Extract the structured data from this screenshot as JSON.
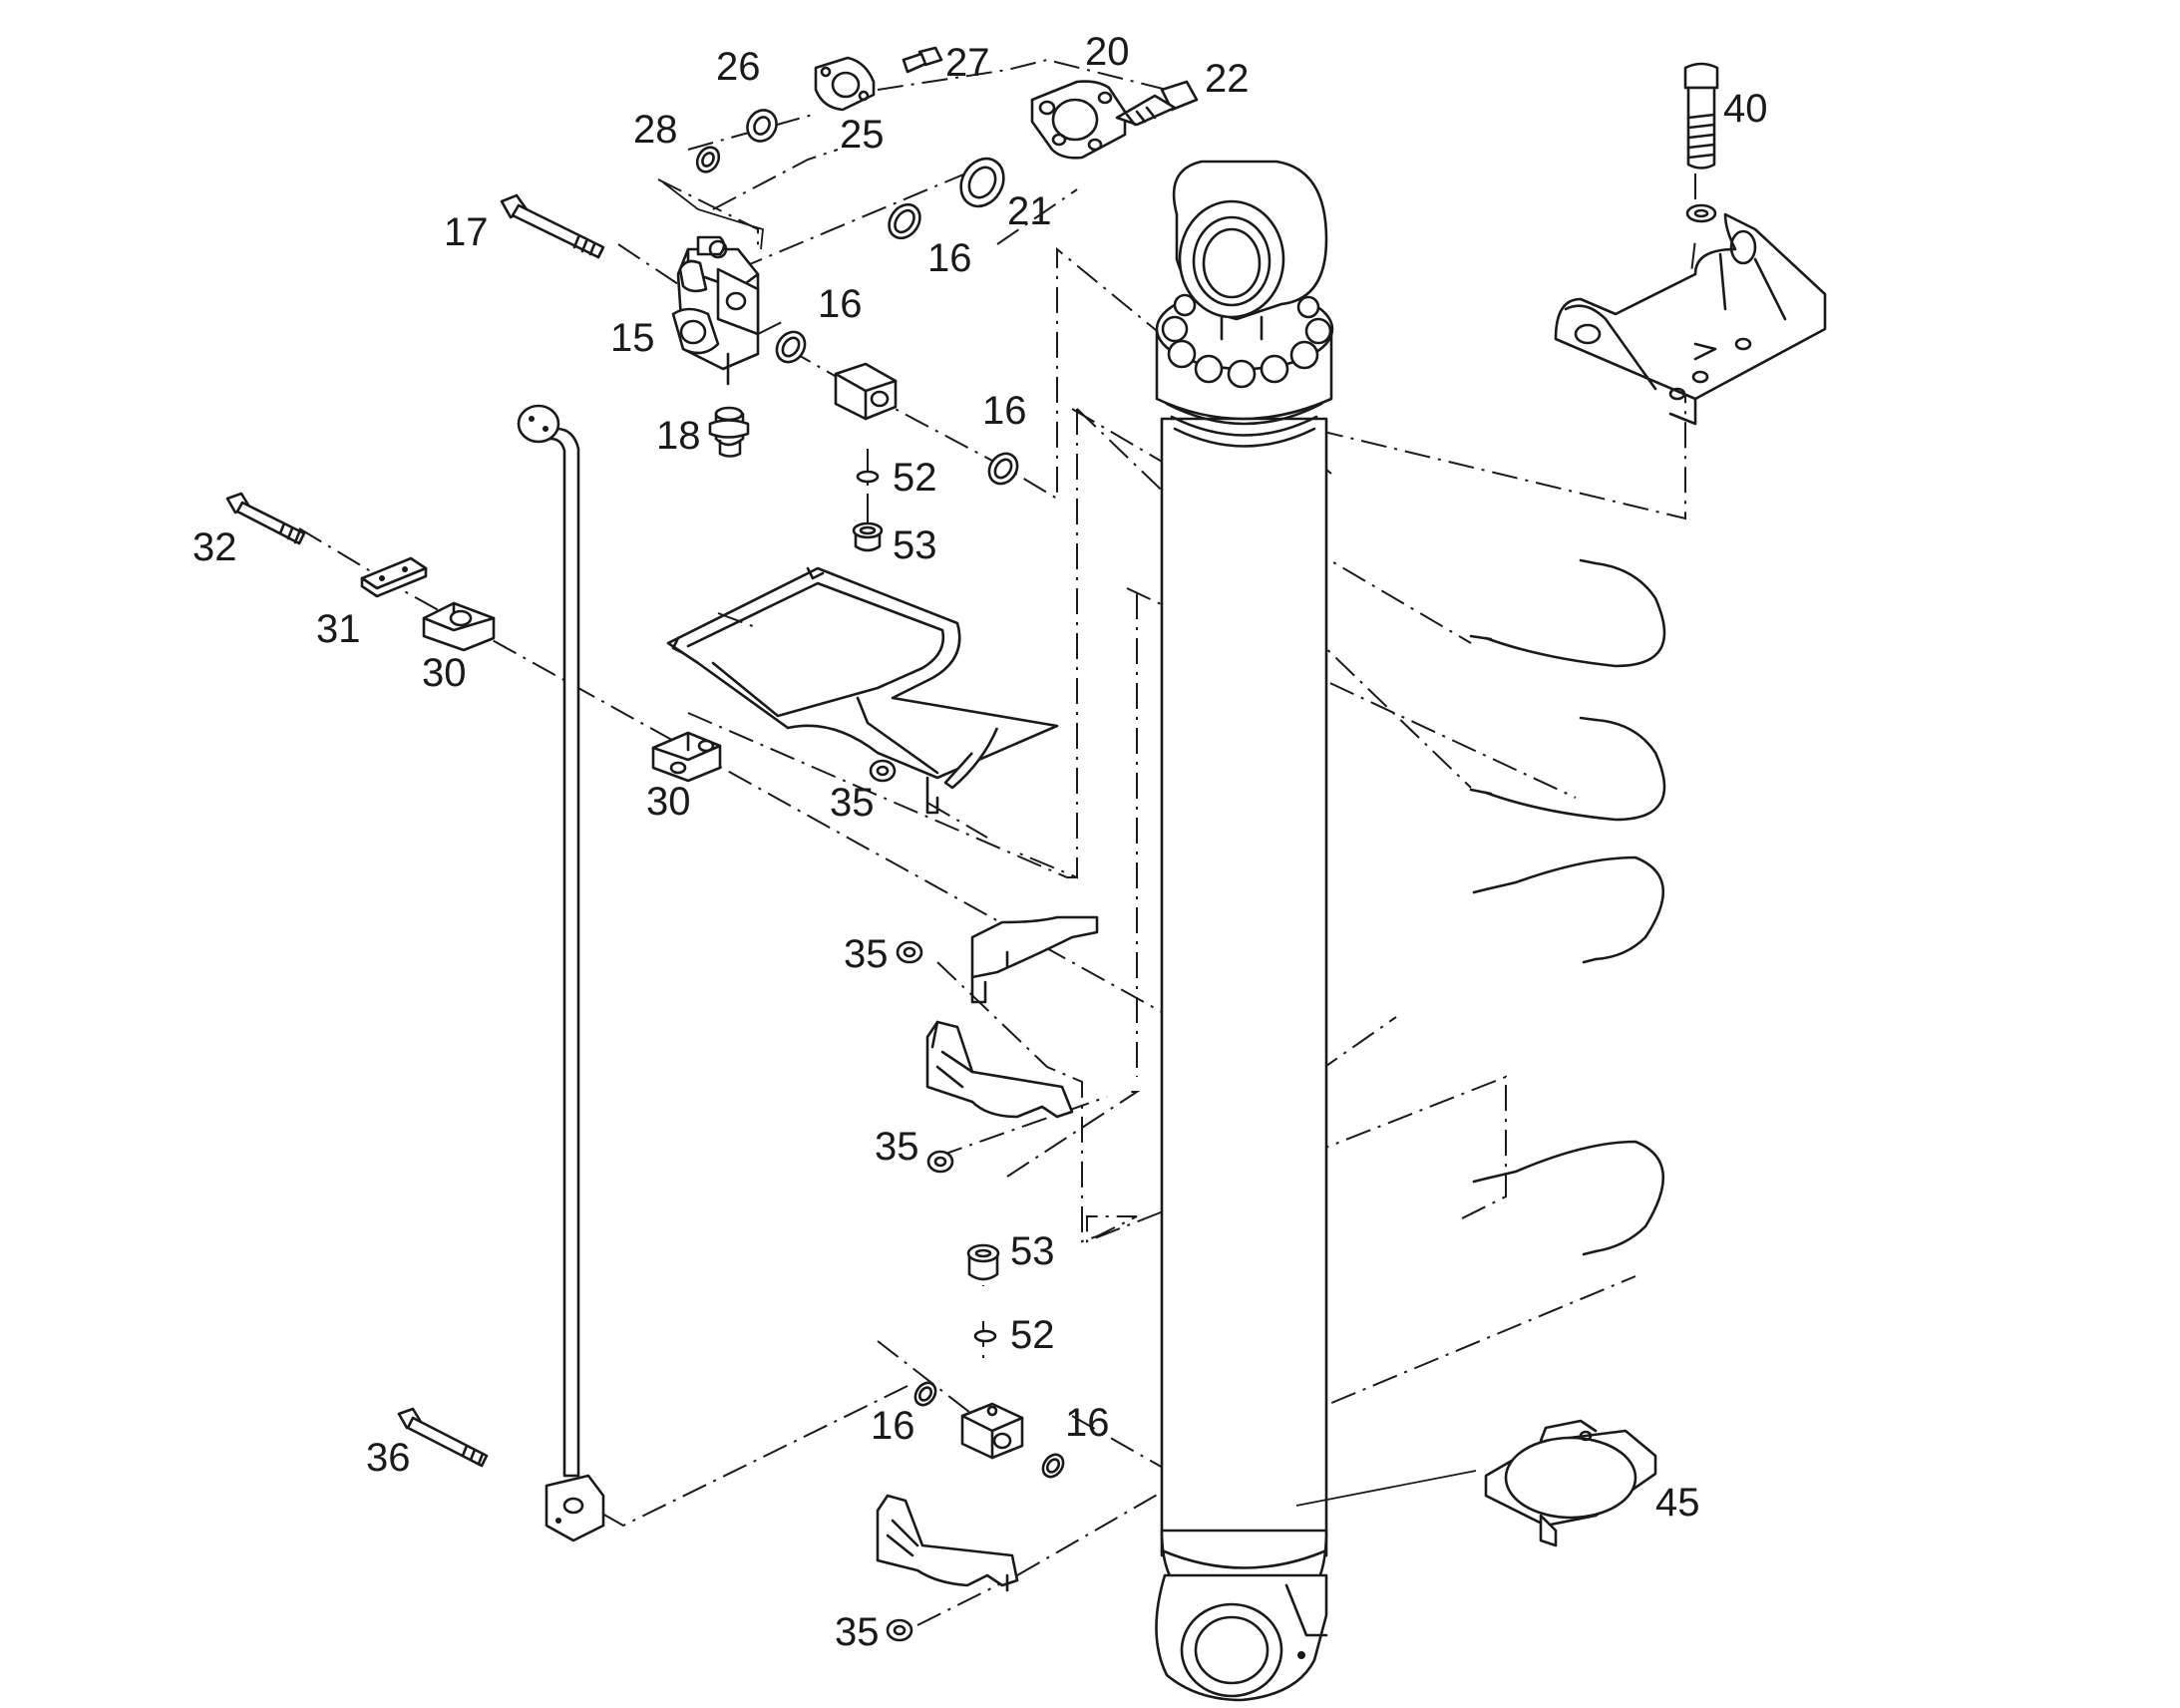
{
  "callouts": {
    "c15": "15",
    "c16a": "16",
    "c16b": "16",
    "c16c": "16",
    "c16d": "16",
    "c16e": "16",
    "c17": "17",
    "c18": "18",
    "c20": "20",
    "c21": "21",
    "c22": "22",
    "c25": "25",
    "c26": "26",
    "c27": "27",
    "c28": "28",
    "c30a": "30",
    "c30b": "30",
    "c31": "31",
    "c32": "32",
    "c35a": "35",
    "c35b": "35",
    "c35c": "35",
    "c35d": "35",
    "c36": "36",
    "c40": "40",
    "c45": "45",
    "c52a": "52",
    "c52b": "52",
    "c53a": "53",
    "c53b": "53"
  }
}
